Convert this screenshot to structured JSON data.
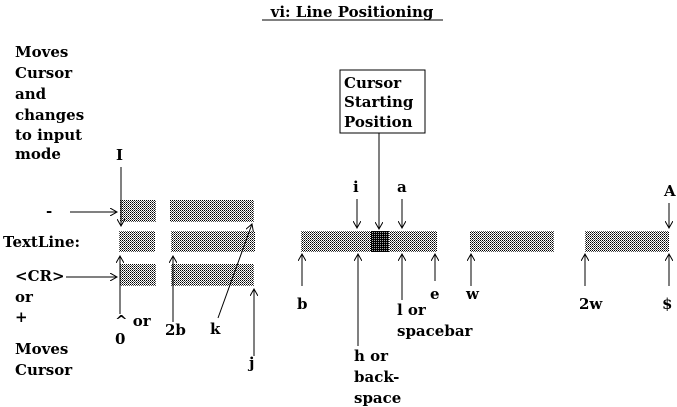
{
  "title": "vi: Line Positioning",
  "left_labels": {
    "input_mode_lines": [
      "Moves",
      "Cursor",
      "and",
      "changes",
      "to input",
      "mode"
    ],
    "minus": "-",
    "textline": "TextLine:",
    "cr_lines": [
      "<CR>",
      "or",
      "+"
    ],
    "moves_cursor_lines": [
      "Moves",
      "Cursor"
    ]
  },
  "commands": {
    "I": "I",
    "caret_lines": [
      "^ or",
      "0"
    ],
    "two_b": "2b",
    "k": "k",
    "j": "j",
    "i": "i",
    "a": "a",
    "A": "A",
    "b": "b",
    "h_lines": [
      "h or",
      "back-",
      "space"
    ],
    "l_lines": [
      "l or",
      "spacebar"
    ],
    "e": "e",
    "w": "w",
    "two_w": "2w",
    "dollar": "$"
  },
  "cursor_box_lines": [
    "Cursor",
    "Starting",
    "Position"
  ],
  "colors": {
    "bar": "#9a9a9a",
    "cursor": "#3a3a3a"
  }
}
